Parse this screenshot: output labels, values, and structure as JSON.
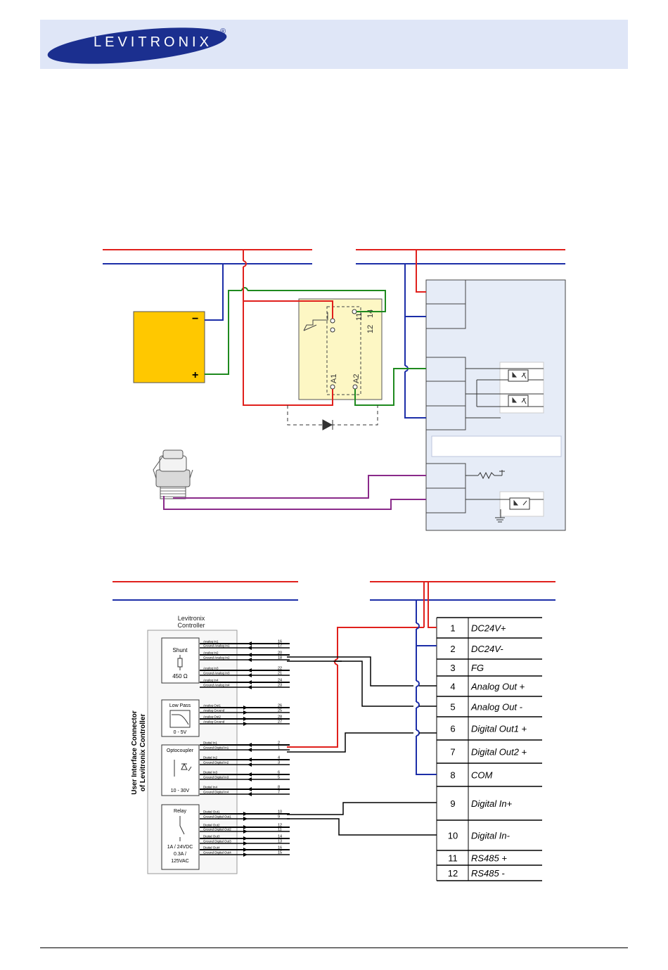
{
  "header": {
    "brand": "LEVITRONIX",
    "registered": "®"
  },
  "relay": {
    "pin_11": "11",
    "pin_12": "12",
    "pin_14": "14",
    "pin_a1": "A1",
    "pin_a2": "A2"
  },
  "power_supply": {
    "minus": "−",
    "plus": "+"
  },
  "controller": {
    "title_line1": "Levitronix",
    "title_line2": "Controller",
    "side_label_line1": "User Interface Connector",
    "side_label_line2": "of Levitronix Controller",
    "shunt": {
      "title": "Shunt",
      "value": "450 Ω"
    },
    "lowpass": {
      "title": "Low Pass",
      "value": "0 - 5V"
    },
    "optocoupler": {
      "title": "Optocoupler",
      "value": "10 - 30V"
    },
    "relay": {
      "title": "Relay",
      "spec1": "1A / 24VDC",
      "spec2": "0.3A /",
      "spec3": "125VAC"
    },
    "signals": [
      {
        "label": "Analog In1",
        "pin": "16"
      },
      {
        "label": "Ground Analog In1",
        "pin": "17"
      },
      {
        "label": "Analog In2",
        "pin": "20"
      },
      {
        "label": "Ground Analog In2",
        "pin": "18"
      },
      {
        "label": "Analog In3",
        "pin": "22"
      },
      {
        "label": "Ground Analog In3",
        "pin": "21"
      },
      {
        "label": "Analog In4",
        "pin": "24"
      },
      {
        "label": "Ground Analog In4",
        "pin": "23"
      },
      {
        "label": "Analog Out1",
        "pin": "26"
      },
      {
        "label": "Analog Ground",
        "pin": "25"
      },
      {
        "label": "Analog Out2",
        "pin": "28"
      },
      {
        "label": "Analog Ground",
        "pin": "27"
      },
      {
        "label": "Digital In1",
        "pin": "2"
      },
      {
        "label": "Ground Digital In1",
        "pin": "1"
      },
      {
        "label": "Digital In2",
        "pin": "4"
      },
      {
        "label": "Ground Digital In2",
        "pin": "3"
      },
      {
        "label": "Digital In3",
        "pin": "6"
      },
      {
        "label": "Ground Digital In3",
        "pin": "5"
      },
      {
        "label": "Digital In4",
        "pin": "8"
      },
      {
        "label": "Ground Digital In4",
        "pin": "7"
      },
      {
        "label": "Digital Out1",
        "pin": "10"
      },
      {
        "label": "Ground Digital Out1",
        "pin": "9"
      },
      {
        "label": "Digital Out2",
        "pin": "12"
      },
      {
        "label": "Ground Digital Out2",
        "pin": "11"
      },
      {
        "label": "Digital Out3",
        "pin": "14"
      },
      {
        "label": "Ground Digital Out3",
        "pin": "13"
      },
      {
        "label": "Digital Out4",
        "pin": "16"
      },
      {
        "label": "Ground Digital Out4",
        "pin": "15"
      }
    ]
  },
  "terminal_table": [
    {
      "num": "1",
      "name": "DC24V+"
    },
    {
      "num": "2",
      "name": "DC24V-"
    },
    {
      "num": "3",
      "name": "FG"
    },
    {
      "num": "4",
      "name": "Analog Out +"
    },
    {
      "num": "5",
      "name": "Analog Out -"
    },
    {
      "num": "6",
      "name": "Digital Out1 +"
    },
    {
      "num": "7",
      "name": "Digital Out2 +"
    },
    {
      "num": "8",
      "name": "COM"
    },
    {
      "num": "9",
      "name": "Digital In+"
    },
    {
      "num": "10",
      "name": "Digital In-"
    },
    {
      "num": "11",
      "name": "RS485 +"
    },
    {
      "num": "12",
      "name": "RS485 -"
    }
  ],
  "colors": {
    "power_positive": "#e0201c",
    "power_negative": "#1c2ea8",
    "signal_green": "#1f8a1f",
    "sensor_purple": "#8a2a8a",
    "psu_fill": "#ffc800",
    "relay_fill": "#fdf7c4",
    "device_panel": "#e6ecf7",
    "header_bg": "#dfe6f7",
    "logo_blue": "#1b2f8f"
  },
  "icons": [
    "diode-icon",
    "optocoupler-icon",
    "resistor-icon",
    "ground-icon",
    "capacitive-sensor-icon",
    "logo-ellipse-icon"
  ]
}
